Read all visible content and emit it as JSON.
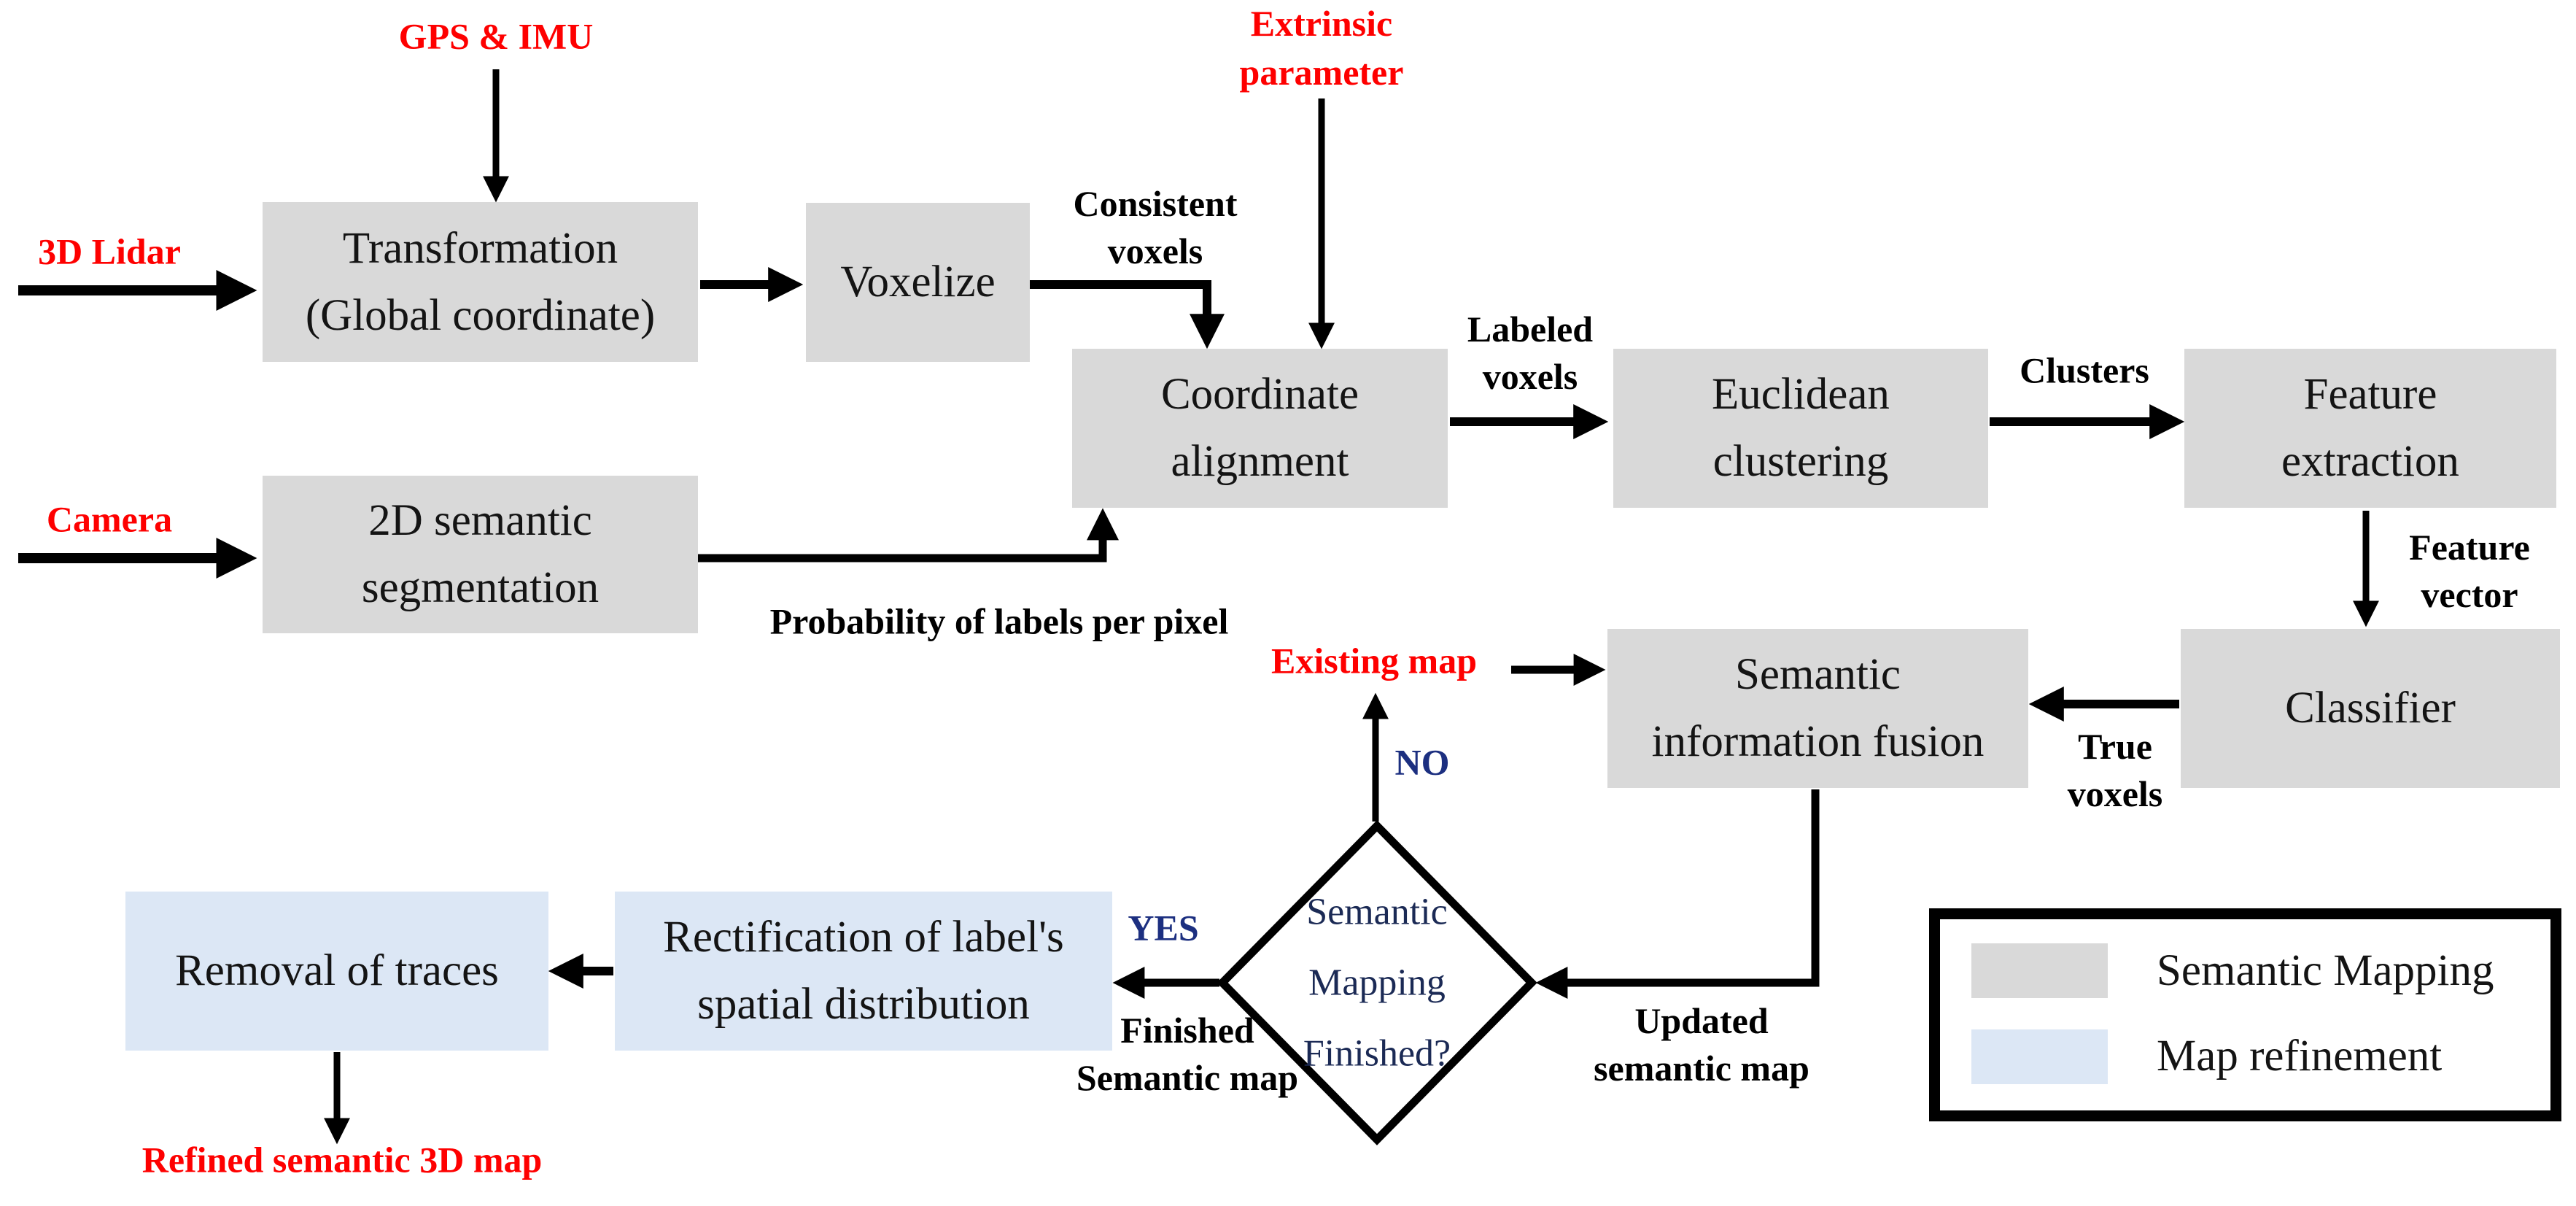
{
  "colors": {
    "semantic_mapping_fill": "#d9d9d9",
    "map_refinement_fill": "#dce7f5",
    "input_label_red": "#fe0000",
    "decision_navy": "#1c2f80",
    "arrow_black": "#000000"
  },
  "nodes": {
    "transformation": {
      "line1": "Transformation",
      "line2": "(Global coordinate)"
    },
    "voxelize": {
      "line1": "Voxelize"
    },
    "coordinate_alignment": {
      "line1": "Coordinate",
      "line2": "alignment"
    },
    "euclidean_clustering": {
      "line1": "Euclidean",
      "line2": "clustering"
    },
    "feature_extraction": {
      "line1": "Feature",
      "line2": "extraction"
    },
    "segmentation_2d": {
      "line1": "2D semantic",
      "line2": "segmentation"
    },
    "fusion": {
      "line1": "Semantic",
      "line2": "information fusion"
    },
    "classifier": {
      "line1": "Classifier"
    },
    "removal": {
      "line1": "Removal of traces"
    },
    "rectification": {
      "line1": "Rectification of  label's",
      "line2": "spatial distribution"
    },
    "decision": {
      "line1": "Semantic",
      "line2": "Mapping",
      "line3": "Finished?"
    }
  },
  "inputs": {
    "gps_imu": "GPS & IMU",
    "lidar": "3D Lidar",
    "camera": "Camera",
    "extrinsic": {
      "line1": "Extrinsic",
      "line2": "parameter"
    },
    "existing_map": "Existing map",
    "refined_map": "Refined semantic 3D map"
  },
  "edge_labels": {
    "consistent_voxels": {
      "line1": "Consistent",
      "line2": "voxels"
    },
    "labeled_voxels": {
      "line1": "Labeled",
      "line2": "voxels"
    },
    "clusters": "Clusters",
    "feature_vector": {
      "line1": "Feature",
      "line2": "vector"
    },
    "probability": "Probability of labels per pixel",
    "true_voxels": {
      "line1": "True",
      "line2": "voxels"
    },
    "updated_map": {
      "line1": "Updated",
      "line2": "semantic map"
    },
    "finished_map": {
      "line1": "Finished",
      "line2": "Semantic map"
    },
    "no": "NO",
    "yes": "YES"
  },
  "legend": {
    "items": [
      {
        "label": "Semantic Mapping",
        "color": "#d9d9d9"
      },
      {
        "label": "Map refinement",
        "color": "#dce7f5"
      }
    ]
  }
}
